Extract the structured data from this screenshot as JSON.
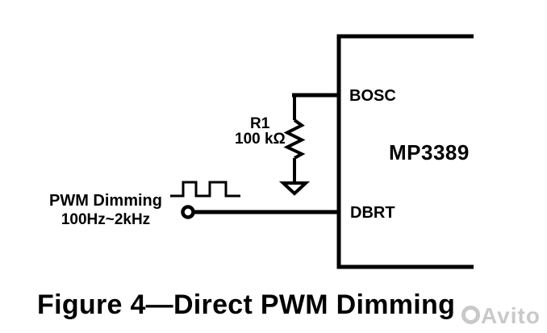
{
  "colors": {
    "ink": "#000000",
    "background": "#ffffff",
    "watermark": "#c9c9c9"
  },
  "chip": {
    "name": "MP3389",
    "pins": [
      {
        "name": "BOSC"
      },
      {
        "name": "DBRT"
      }
    ]
  },
  "resistor": {
    "designator": "R1",
    "value": "100 kΩ"
  },
  "input_signal": {
    "name": "PWM Dimming",
    "frequency_range": "100Hz~2kHz"
  },
  "icons": {
    "waveform": "square-wave-icon",
    "ground": "ground-arrow-icon",
    "terminal": "open-circle-terminal-icon",
    "watermark_logo": "avito-ring-icon"
  },
  "caption": "Figure 4—Direct PWM Dimming",
  "watermark": {
    "text": "Avito"
  }
}
